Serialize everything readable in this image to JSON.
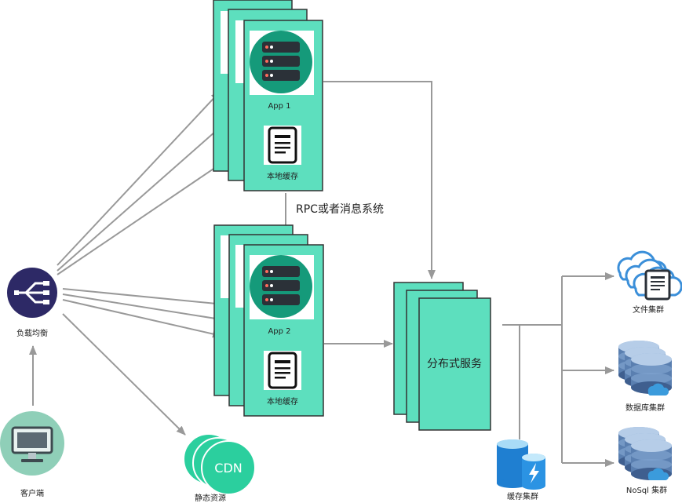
{
  "colors": {
    "card_fill": "#5ddfbe",
    "card_stroke": "#333333",
    "line": "#999999",
    "lb_fill": "#2d2966",
    "server_fill": "#159a7a",
    "client_fill": "#8fcfb8",
    "cdn_fill": "#2bcf9e",
    "storage_blue": "#3b8fd9"
  },
  "icons": {
    "load_balancer": "share-network-icon",
    "client": "monitor-icon",
    "server": "server-rack-icon",
    "cache": "document-icon",
    "cdn": "cdn-circle-icon",
    "file_cluster": "cloud-document-icon",
    "db": "database-cloud-icon",
    "cache_cluster": "database-bolt-icon"
  },
  "nodes": {
    "load_balancer": "负载均衡",
    "client": "客户端",
    "app1": "App 1",
    "app1_cache": "本地缓存",
    "app2": "App 2",
    "app2_cache": "本地缓存",
    "rpc": "RPC或者消息系统",
    "distributed": "分布式服务",
    "cdn": "CDN",
    "static": "静态资源",
    "file_cluster": "文件集群",
    "db_cluster": "数据库集群",
    "nosql_cluster": "NoSql 集群",
    "cache_cluster": "缓存集群"
  }
}
